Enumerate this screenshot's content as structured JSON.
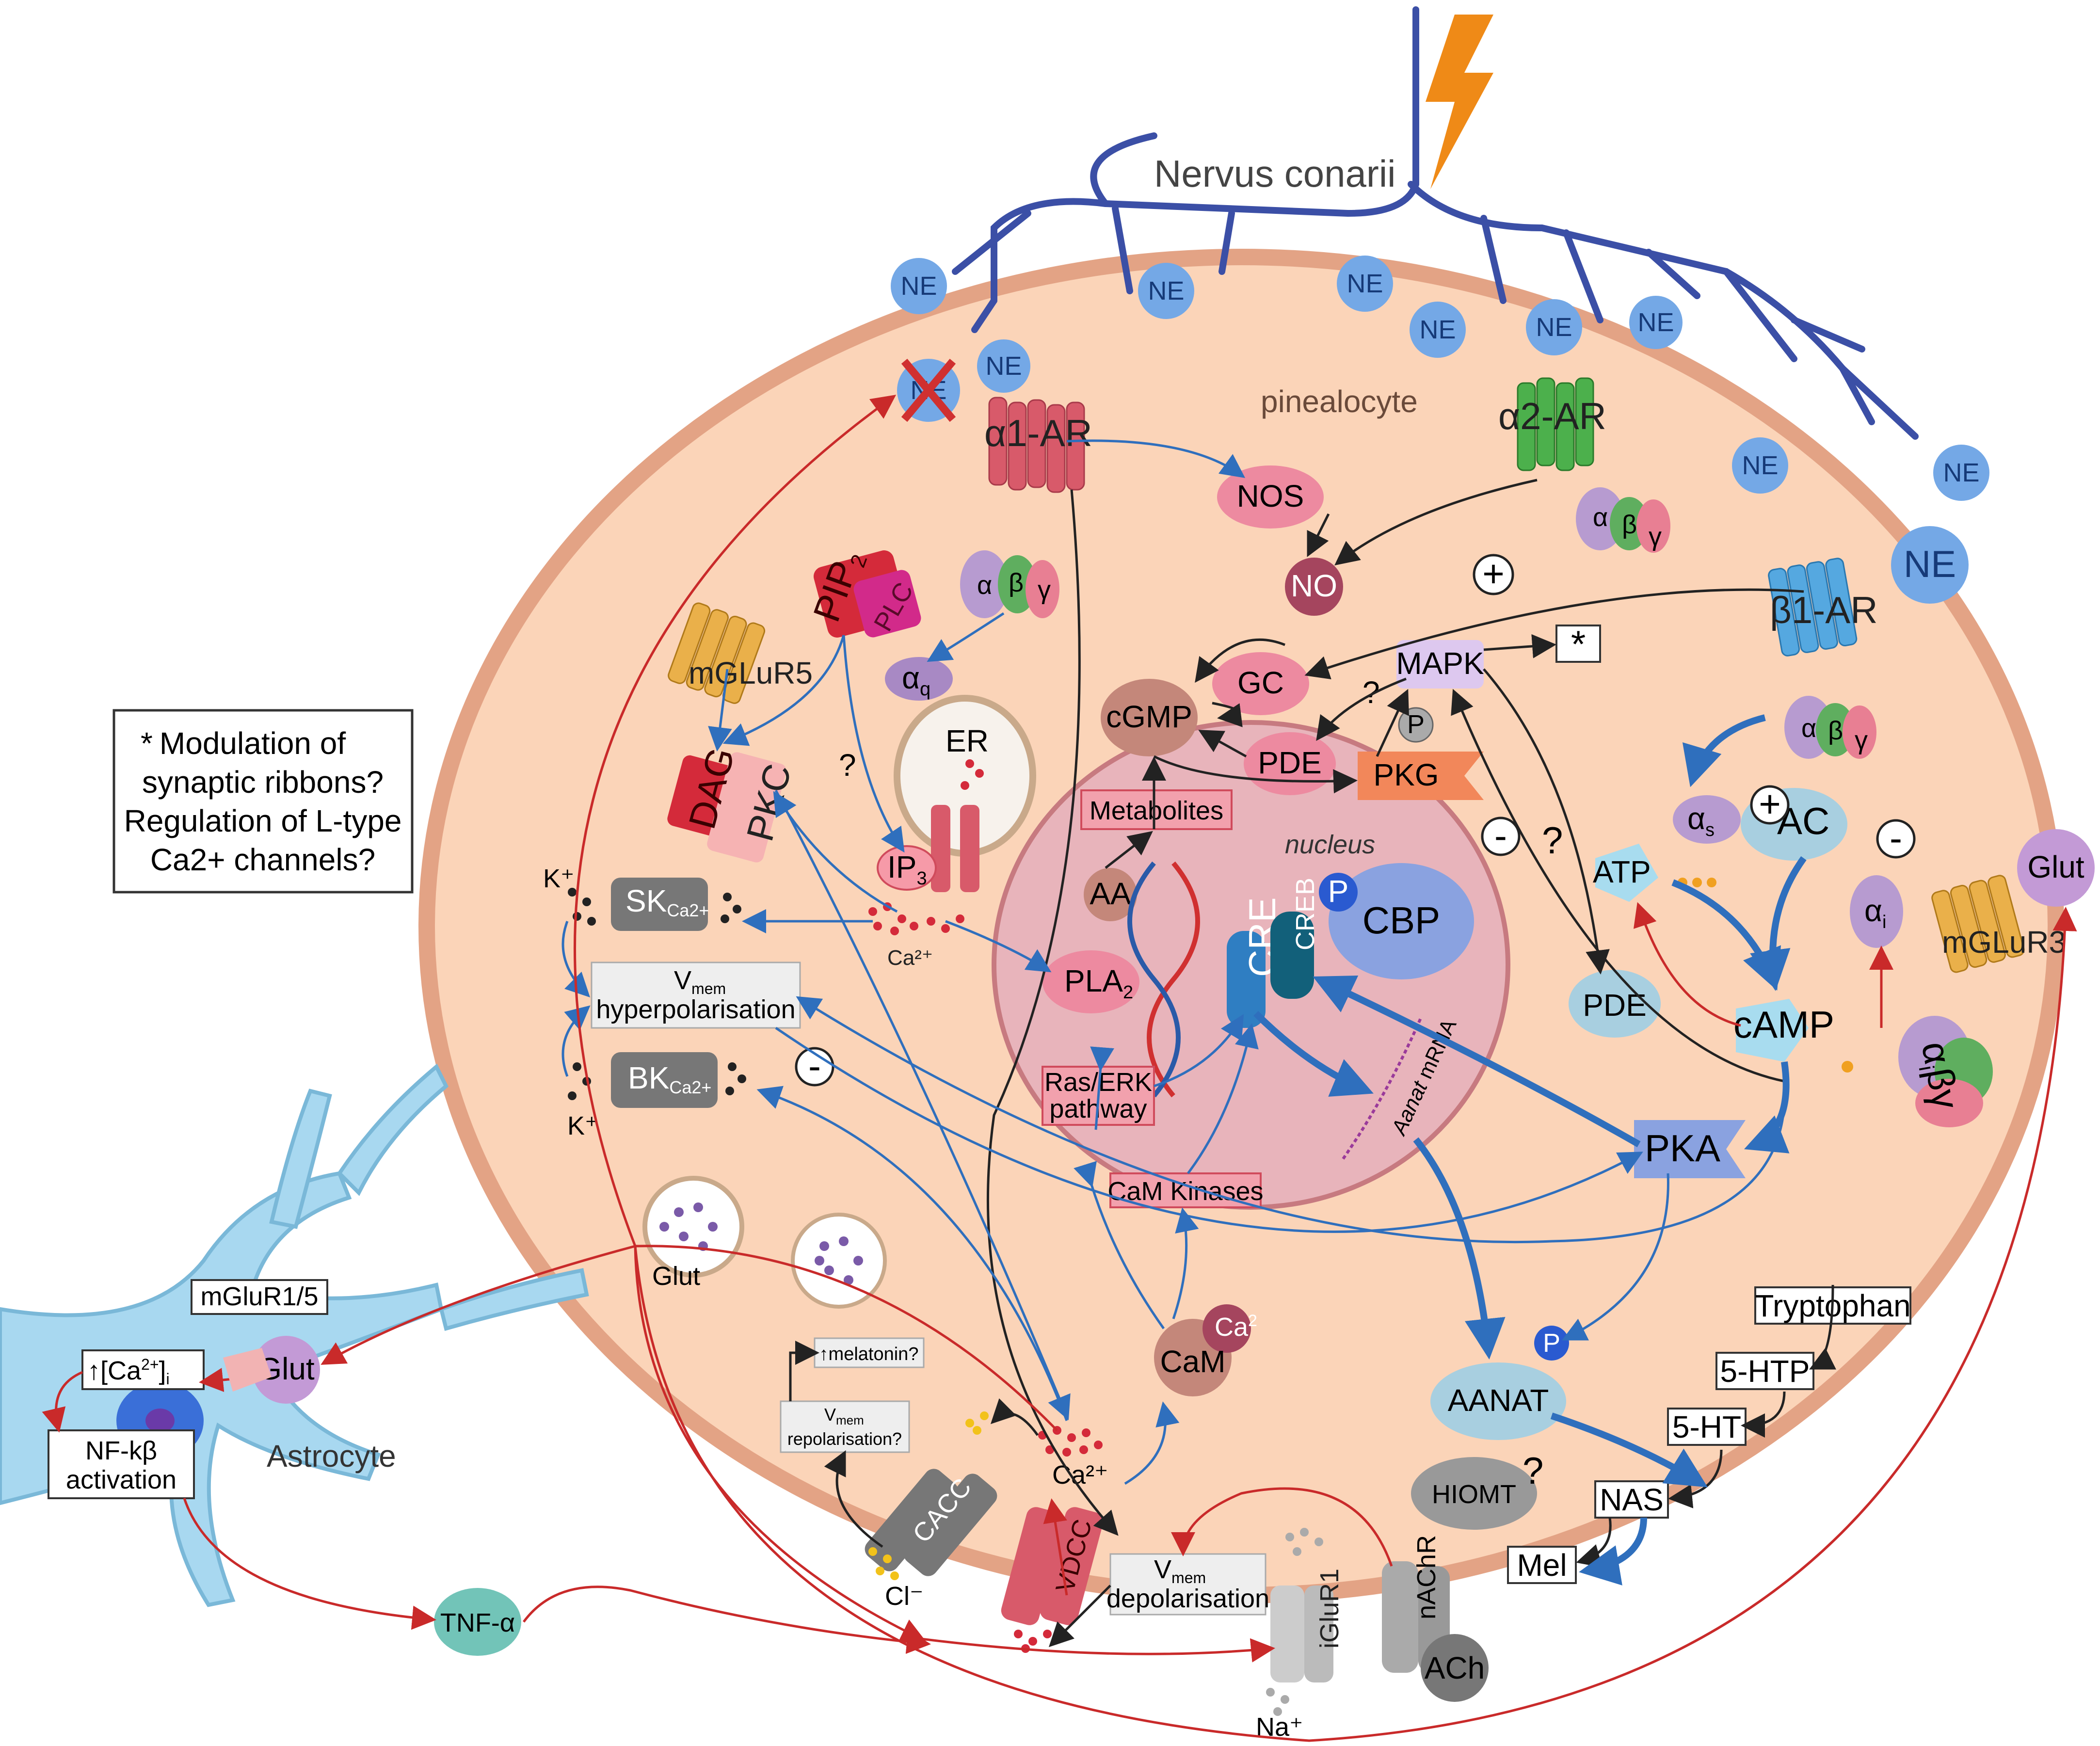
{
  "labels": {
    "nerve": "Nervus conarii",
    "cell": "pinealocyte",
    "nucleus": "nucleus",
    "ne": "NE",
    "alpha1": "α1-AR",
    "alpha2": "α2-AR",
    "beta1": "β1-AR",
    "nos": "NOS",
    "no": "NO",
    "gc": "GC",
    "cgmp": "cGMP",
    "mapk": "MAPK",
    "pde": "PDE",
    "pkg": "PKG",
    "p": "P",
    "pip2": "PIP",
    "pip2_sub": "2",
    "plc": "PLC",
    "aq": "α",
    "aq_sub": "q",
    "mglur5": "mGLuR5",
    "mglur3": "mGLuR3",
    "glut": "Glut",
    "dag": "DAG",
    "pkc": "PKC",
    "er": "ER",
    "ip3": "IP",
    "ip3_sub": "3",
    "ca2plus": "Ca²⁺",
    "metabolites": "Metabolites",
    "aa": "AA",
    "pla2": "PLA",
    "pla2_sub": "2",
    "atp": "ATP",
    "ac": "AC",
    "as": "α",
    "as_sub": "s",
    "ai": "α",
    "ai_sub": "i",
    "camp": "cAMP",
    "pka": "PKA",
    "cre": "CRE",
    "creb": "CREB",
    "cbp": "CBP",
    "mrna_italic": "Aanat",
    "mrna": " mRNA",
    "ras": "Ras/ERK",
    "pathway": "pathway",
    "camk": "CaM Kinases",
    "cam": "CaM",
    "ca2": "Ca",
    "ca2_sup": "2",
    "aanat": "AANAT",
    "hiomt": "HIOMT",
    "tryptophan": "Tryptophan",
    "htp": "5-HTP",
    "ht": "5-HT",
    "nas": "NAS",
    "mel": "Mel",
    "sk": "SK",
    "sk_sub": "Ca2+",
    "bk": "BK",
    "bk_sub": "Ca2+",
    "kplus": "K⁺",
    "v": "V",
    "mem": "mem",
    "hyper": "hyperpolarisation",
    "repol": "repolarisation?",
    "depol": "depolarisation",
    "melatonin": "↑melatonin?",
    "cacc": "CACC",
    "cl": "Cl⁻",
    "vdcc": "VDCC",
    "iglur1": "iGluR1",
    "nachr": "nAChR",
    "ach": "ACh",
    "na": "Na⁺",
    "astrocyte": "Astrocyte",
    "mglur15": "mGluR1/5",
    "ca_i_pre": "↑[Ca",
    "ca_i_sup": "2+",
    "ca_i_post": "]",
    "ca_i_sub": "i",
    "nfkb1": "NF-kβ",
    "nfkb2": "activation",
    "tnf": "TNF-α",
    "alpha": "α",
    "beta": "β",
    "gamma": "γ",
    "ai_full": "α",
    "ai_full_sub": "i",
    "beta_gamma": "βγ",
    "plus": "+",
    "minus": "-",
    "question": "?",
    "star": "*"
  },
  "legend": {
    "star": "*",
    "line1": "Modulation of",
    "line2": "synaptic ribbons?",
    "line3": "Regulation of L-type",
    "line4": "Ca2+ channels?"
  },
  "colors": {
    "cell_fill": "#fbd4b8",
    "cell_border": "#e3a385",
    "nerve": "#3b4fa6",
    "ne_fill": "#74a8e6",
    "astrocyte": "#a8d8f0",
    "pink": "#e87f93",
    "red_arrow": "#c92a2a",
    "blue_arrow": "#2f6fbd",
    "lightning": "#ef8a17"
  },
  "icons": {
    "lightning": "lightning-bolt-icon",
    "receptor": "receptor-icon",
    "channel": "ion-channel-icon",
    "dna": "dna-icon"
  }
}
